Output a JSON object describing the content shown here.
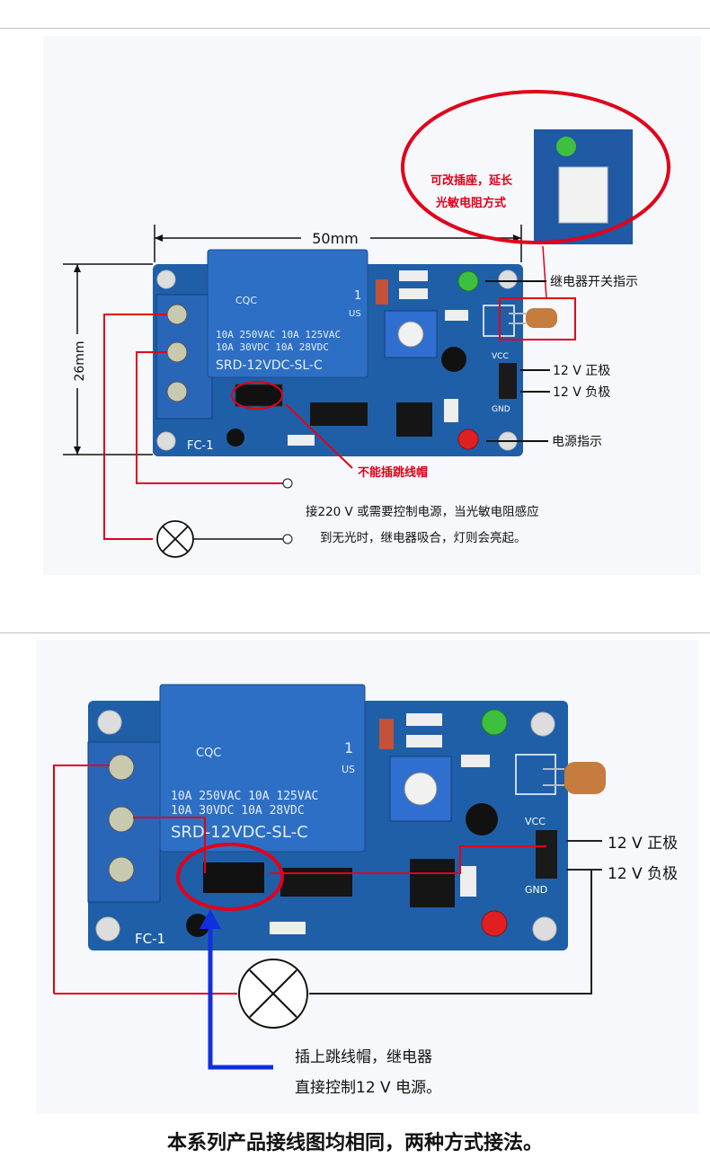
{
  "diagram1": {
    "dim_width": "50mm",
    "dim_height": "26mm",
    "relay_cert": "CQC",
    "relay_line1": "10A 250VAC  10A 125VAC",
    "relay_line2": "10A  30VDC  10A  28VDC",
    "relay_model": "SRD-12VDC-SL-C",
    "relay_number": "1",
    "relay_us": "US",
    "board_label": "FC-1",
    "pin_vcc": "VCC",
    "pin_gnd": "GND",
    "callout_socket_1": "可改插座，延长",
    "callout_socket_2": "光敏电阻方式",
    "label_relay_indicator": "继电器开关指示",
    "label_12v_pos": "12 V 正极",
    "label_12v_neg": "12 V 负极",
    "label_power_indicator": "电源指示",
    "label_no_jumper": "不能插跳线帽",
    "note_line1": "接220 V 或需要控制电源，当光敏电阻感应",
    "note_line2": "到无光时，继电器吸合，灯则会亮起。"
  },
  "diagram2": {
    "relay_cert": "CQC",
    "relay_line1": "10A 250VAC  10A 125VAC",
    "relay_line2": "10A  30VDC  10A  28VDC",
    "relay_model": "SRD-12VDC-SL-C",
    "relay_number": "1",
    "relay_us": "US",
    "board_label": "FC-1",
    "pin_vcc": "VCC",
    "pin_gnd": "GND",
    "label_12v_pos": "12 V 正极",
    "label_12v_neg": "12 V 负极",
    "note_line1": "插上跳线帽，继电器",
    "note_line2": "直接控制12 V 电源。"
  },
  "caption": "本系列产品接线图均相同，两种方式接法。",
  "colors": {
    "board": "#1f5fa8",
    "relay": "#2d6fc4",
    "terminal": "#2a66b8",
    "wire_red": "#e2001a",
    "wire_blue": "#1030e0",
    "wire_dark": "#222222",
    "led_green": "#3fbf3f",
    "led_red": "#e02020"
  }
}
